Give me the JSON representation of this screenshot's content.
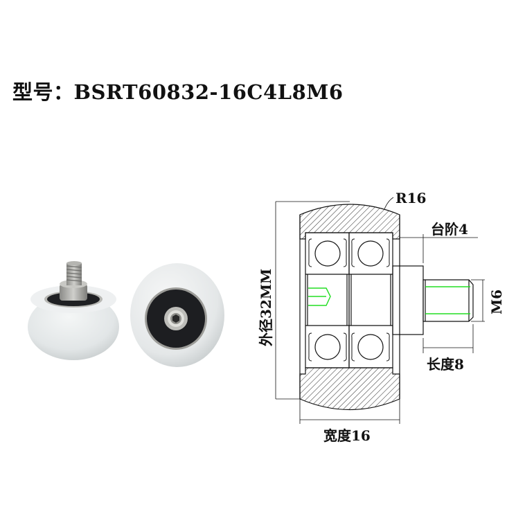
{
  "title": {
    "prefix": "型号：",
    "model": "BSRT60832-16C4L8M6"
  },
  "photo": {
    "description": "Two white rubber-covered bearing rollers with M6 threaded stud",
    "wheel_color": "#e8ebec",
    "bearing_color": "#1c1c1e",
    "metal_color": "#a9a9a6"
  },
  "drawing": {
    "labels": {
      "radius": "R16",
      "step": "台阶4",
      "thread": "M6",
      "length": "长度8",
      "width": "宽度16",
      "outer_diameter": "外径32MM"
    },
    "colors": {
      "line": "#111111",
      "thread_highlight": "#22dd22",
      "hatch": "#333333"
    }
  }
}
